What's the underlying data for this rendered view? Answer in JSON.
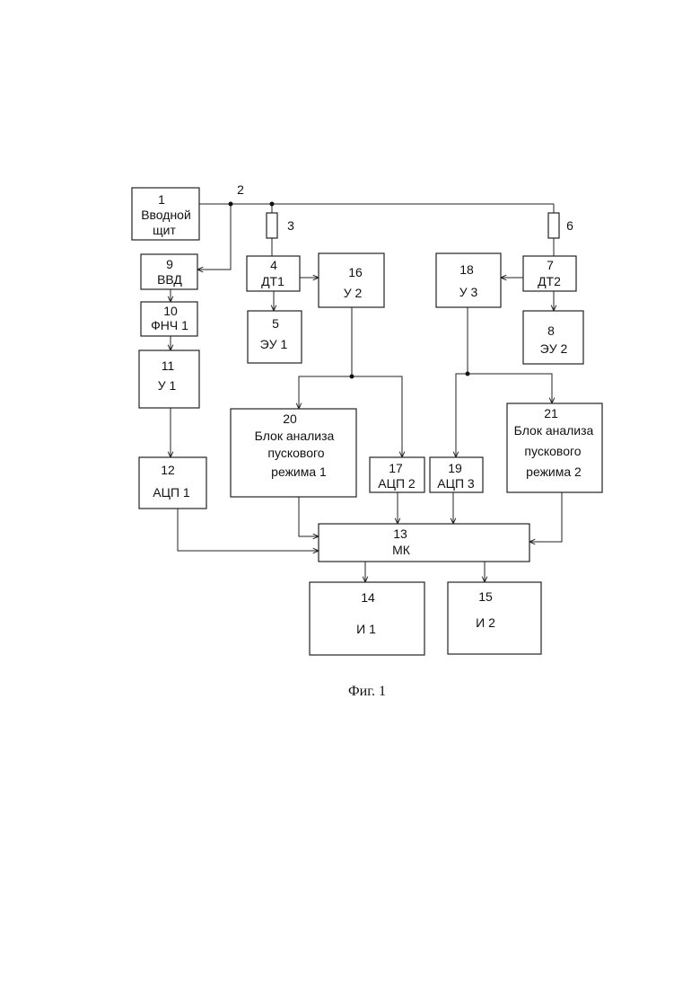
{
  "blocks": {
    "b1": {
      "num": "1",
      "lines": [
        "Вводной",
        "щит"
      ]
    },
    "b9": {
      "num": "9",
      "lines": [
        "ВВД"
      ]
    },
    "b10": {
      "num": "10",
      "lines": [
        "ФНЧ 1"
      ]
    },
    "b11": {
      "num": "11",
      "lines": [
        "У 1"
      ]
    },
    "b12": {
      "num": "12",
      "lines": [
        "АЦП 1"
      ]
    },
    "b4": {
      "num": "4",
      "lines": [
        "ДТ1"
      ]
    },
    "b5": {
      "num": "5",
      "lines": [
        "ЭУ 1"
      ]
    },
    "b16": {
      "num": "16",
      "lines": [
        "У 2"
      ]
    },
    "b20": {
      "num": "20",
      "lines": [
        "Блок анализа",
        "пускового",
        "режима 1"
      ]
    },
    "b17": {
      "num": "17",
      "lines": [
        "АЦП 2"
      ]
    },
    "b19": {
      "num": "19",
      "lines": [
        "АЦП 3"
      ]
    },
    "b18": {
      "num": "18",
      "lines": [
        "У 3"
      ]
    },
    "b7": {
      "num": "7",
      "lines": [
        "ДТ2"
      ]
    },
    "b8": {
      "num": "8",
      "lines": [
        "ЭУ 2"
      ]
    },
    "b21": {
      "num": "21",
      "lines": [
        "Блок анализа",
        "пускового",
        "режима 2"
      ]
    },
    "b13": {
      "num": "13",
      "lines": [
        "МК"
      ]
    },
    "b14": {
      "num": "14",
      "lines": [
        "И 1"
      ]
    },
    "b15": {
      "num": "15",
      "lines": [
        "И 2"
      ]
    }
  },
  "markers": {
    "m2": "2",
    "m3": "3",
    "m6": "6"
  },
  "caption": "Фиг. 1"
}
